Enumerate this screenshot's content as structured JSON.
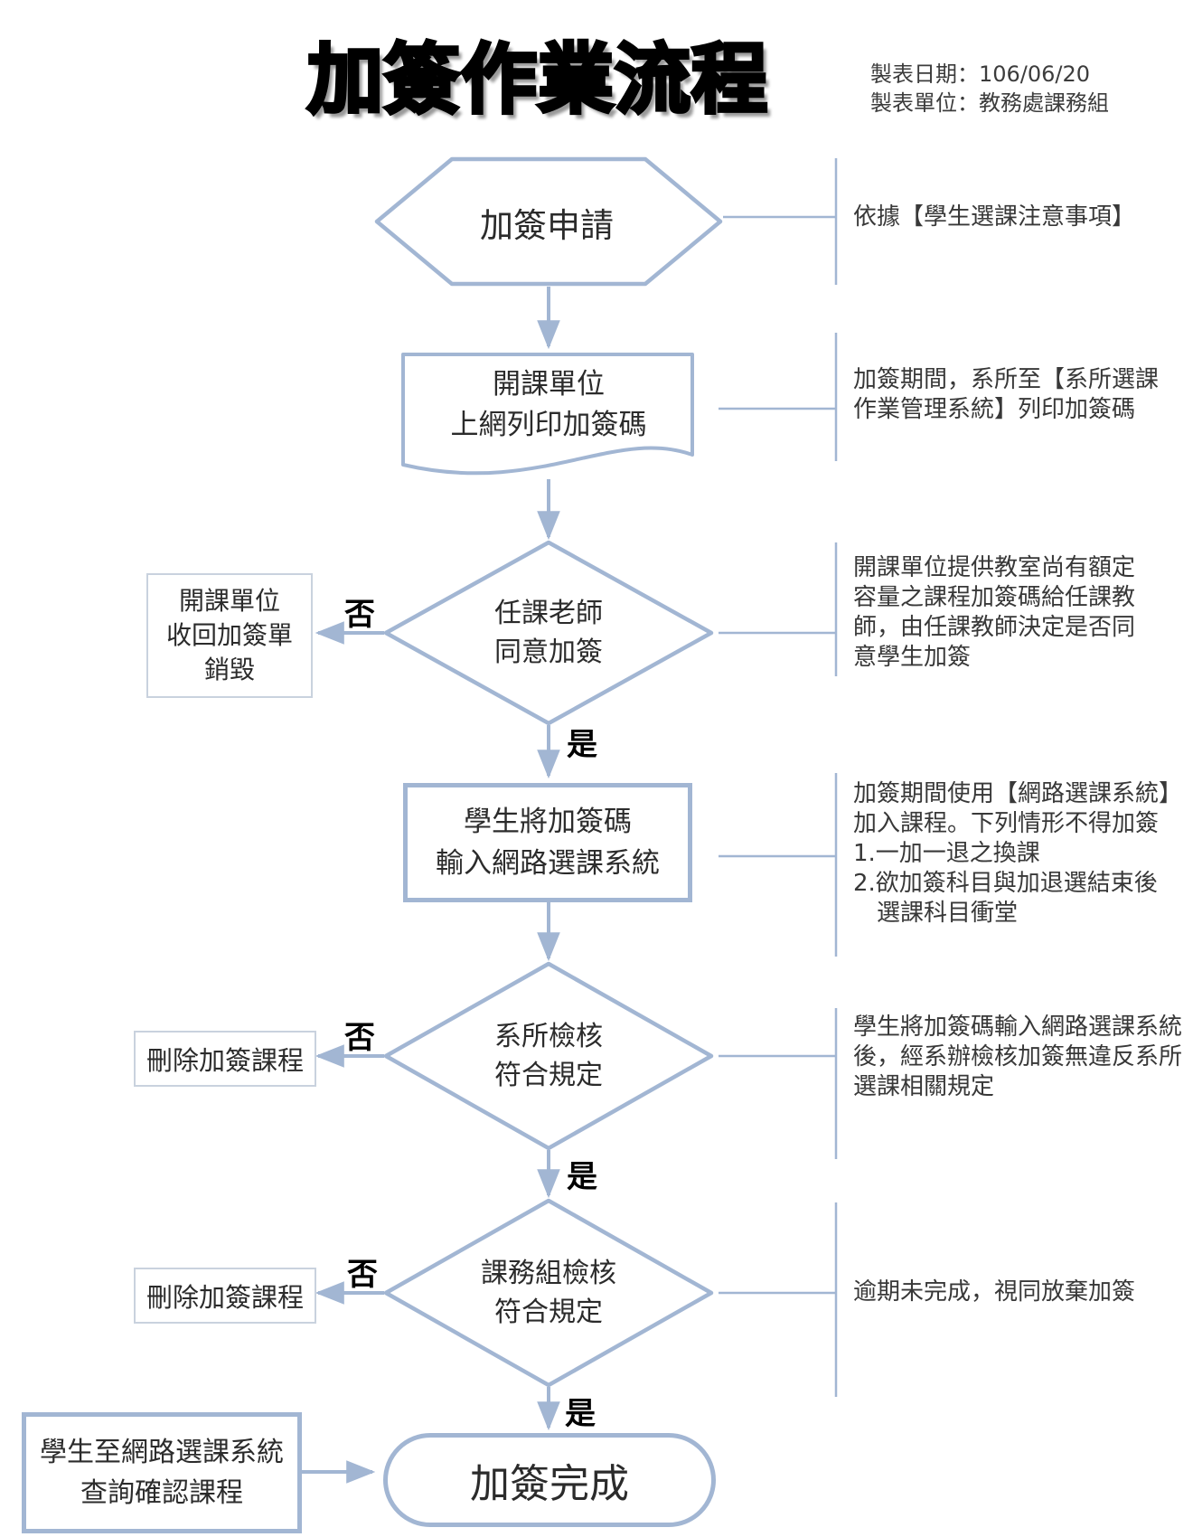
{
  "title": "加簽作業流程",
  "meta": {
    "text": "製表日期：106/06/20\n製表單位：教務處課務組"
  },
  "colors": {
    "shape_stroke": "#a2b6d3",
    "side_box_border": "#c9d2de",
    "text": "#2b2b2b",
    "branch_label": "#000000"
  },
  "nodes": {
    "start": "加簽申請",
    "print_codes": "開課單位\n上網列印加簽碼",
    "teacher_agree": "任課老師\n同意加簽",
    "retrieve_destroy": "開課單位\n收回加簽單\n銷毀",
    "student_input": "學生將加簽碼\n輸入網路選課系統",
    "dept_check": "系所檢核\n符合規定",
    "delete_course": "刪除加簽課程",
    "division_check": "課務組檢核\n符合規定",
    "student_confirm": "學生至網路選課系統\n查詢確認課程",
    "complete": "加簽完成"
  },
  "labels": {
    "yes": "是",
    "no": "否"
  },
  "annotations": [
    {
      "text": "依據【學生選課注意事項】"
    },
    {
      "text": "加簽期間，系所至【系所選課\n作業管理系統】列印加簽碼"
    },
    {
      "text": "開課單位提供教室尚有額定\n容量之課程加簽碼給任課教\n師，由任課教師決定是否同\n意學生加簽"
    },
    {
      "text": "加簽期間使用【網路選課系統】\n加入課程。下列情形不得加簽\n1.一加一退之換課\n2.欲加簽科目與加退選結束後\n　選課科目衝堂"
    },
    {
      "text": "學生將加簽碼輸入網路選課系統\n後，經系辦檢核加簽無違反系所\n選課相關規定"
    },
    {
      "text": "逾期未完成，視同放棄加簽"
    }
  ]
}
